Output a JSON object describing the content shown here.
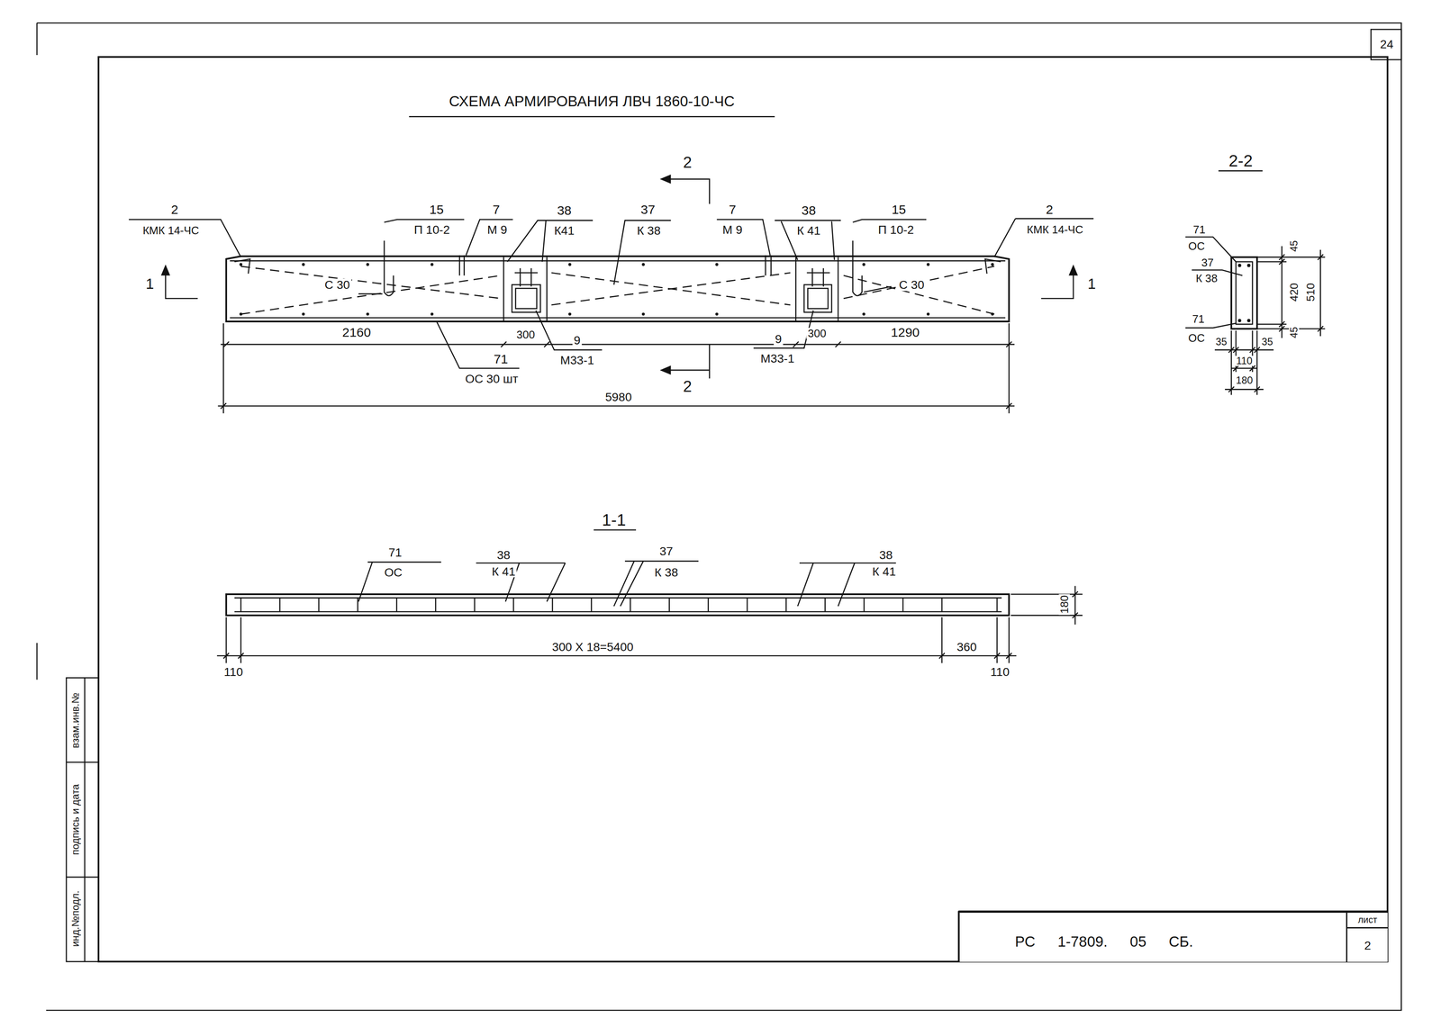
{
  "diagram": {
    "title": "СХЕМА АРМИРОВАНИЯ ЛВЧ 1860-10-ЧС",
    "nodes": [
      {
        "text": [
          "РС 1-7809. 05 СБ."
        ]
      },
      {
        "text": [
          "лист",
          "2"
        ],
        "in": 0
      }
    ],
    "labels": [
      "24",
      "2",
      "КМК 14-ЧС",
      "15",
      "П 10-2",
      "7",
      "М 9",
      "38",
      "К41",
      "37",
      "К 38",
      "7",
      "М 9",
      "38",
      "К 41",
      "15",
      "П 10-2",
      "2",
      "КМК 14-ЧС",
      "2",
      "2",
      "1",
      "1",
      "С 30",
      "С 30",
      "2160",
      "300",
      "9",
      "М33-1",
      "71",
      "ОС 30 шт",
      "9",
      "М33-1",
      "300",
      "1290",
      "5980",
      "2-2",
      "71",
      "ОС",
      "37",
      "К 38",
      "71",
      "ОС",
      "45",
      "420",
      "45",
      "510",
      "35",
      "35",
      "110",
      "180",
      "1-1",
      "71",
      "ОС",
      "38",
      "К 41",
      "37",
      "К 38",
      "38",
      "К 41",
      "180",
      "300 Х 18=5400",
      "360",
      "110",
      "110",
      "взам.инв.№",
      "подпись и дата",
      "инд.№подл."
    ]
  }
}
